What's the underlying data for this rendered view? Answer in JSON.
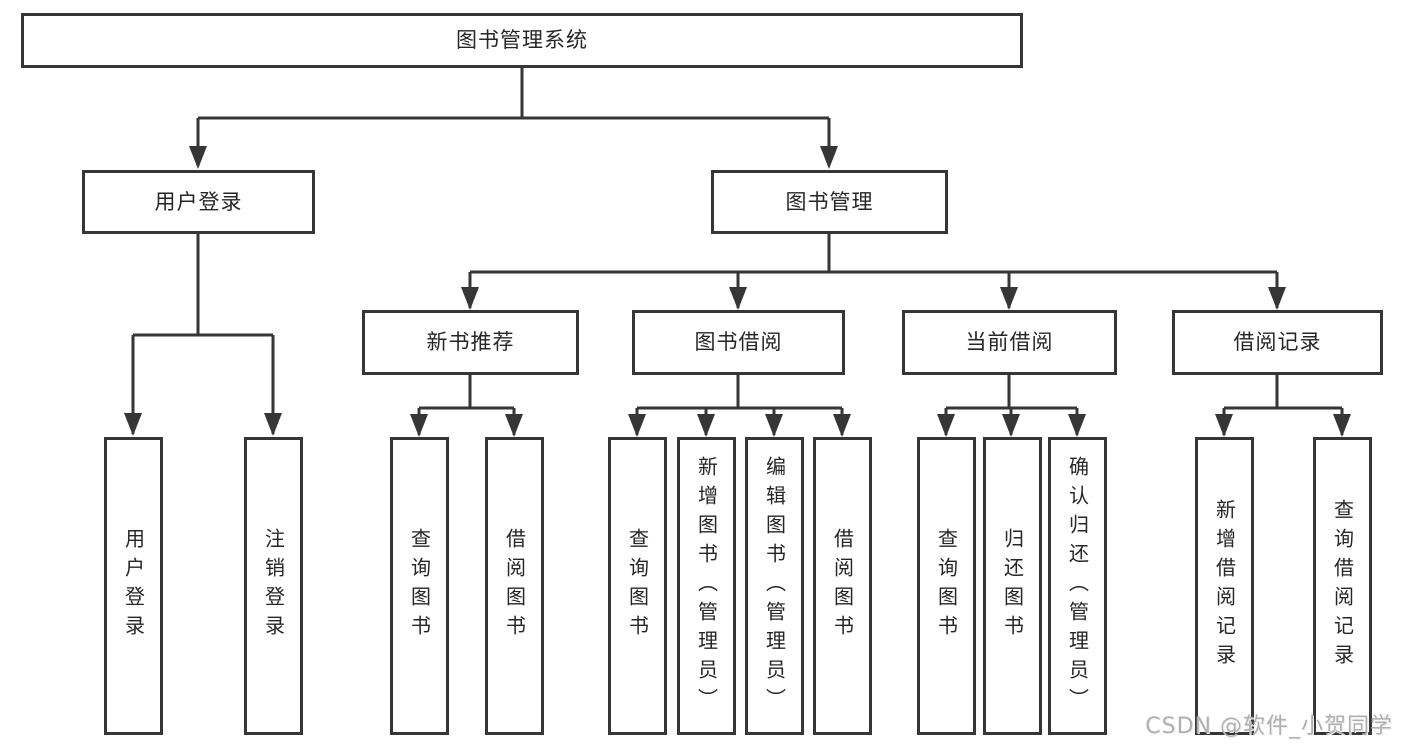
{
  "tree": {
    "root": {
      "label": "图书管理系统",
      "children": [
        {
          "label": "用户登录",
          "children": [
            {
              "label": "用户登录"
            },
            {
              "label": "注销登录"
            }
          ]
        },
        {
          "label": "图书管理",
          "children": [
            {
              "label": "新书推荐",
              "children": [
                {
                  "label": "查询图书"
                },
                {
                  "label": "借阅图书"
                }
              ]
            },
            {
              "label": "图书借阅",
              "children": [
                {
                  "label": "查询图书"
                },
                {
                  "label": "新增图书（管理员）"
                },
                {
                  "label": "编辑图书（管理员）"
                },
                {
                  "label": "借阅图书"
                }
              ]
            },
            {
              "label": "当前借阅",
              "children": [
                {
                  "label": "查询图书"
                },
                {
                  "label": "归还图书"
                },
                {
                  "label": "确认归还（管理员）"
                }
              ]
            },
            {
              "label": "借阅记录",
              "children": [
                {
                  "label": "新增借阅记录"
                },
                {
                  "label": "查询借阅记录"
                }
              ]
            }
          ]
        }
      ]
    }
  },
  "watermark": {
    "text": "CSDN @软件_小贺同学"
  },
  "colors": {
    "line": "#363636",
    "text": "#262626",
    "background": "#ffffff",
    "watermark": "#b0b0b0"
  }
}
